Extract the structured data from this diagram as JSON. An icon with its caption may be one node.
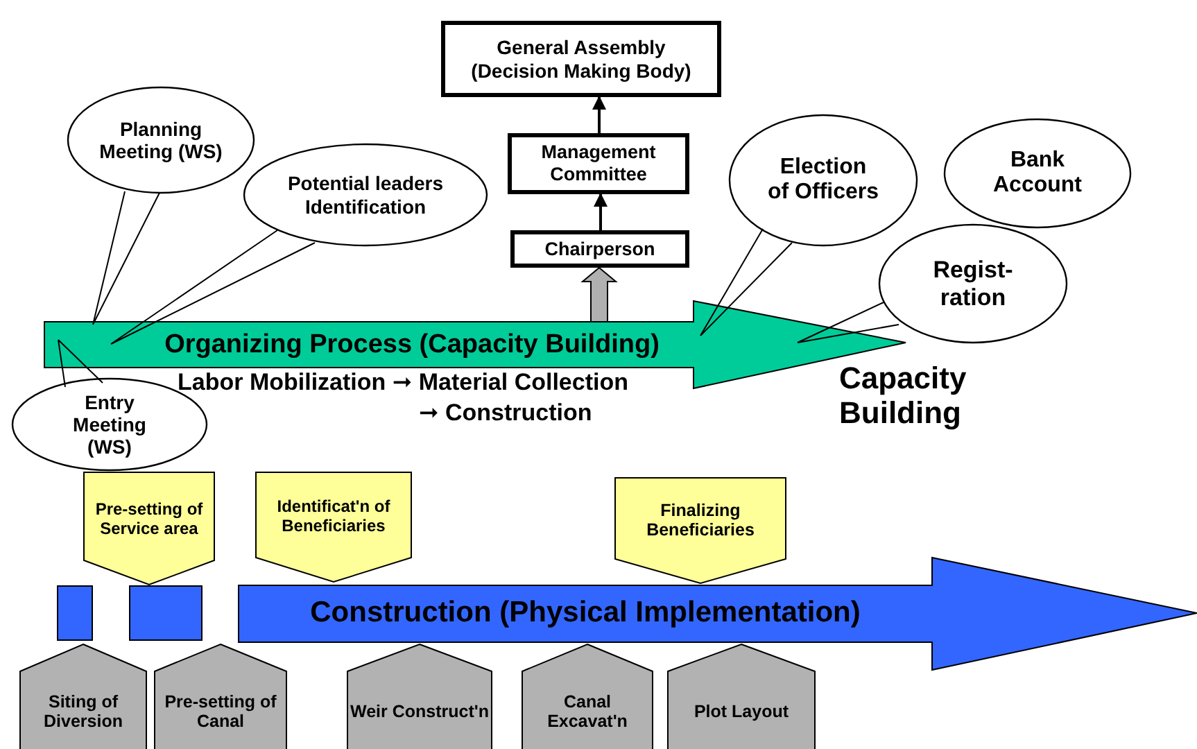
{
  "diagram": {
    "nodes": [
      {
        "text": [
          "General Assembly (Decision Making Body)"
        ]
      },
      {
        "text": [
          "Management Committee"
        ]
      },
      {
        "text": [
          "Chairperson"
        ]
      },
      {
        "text": [
          "Organizing Process (Capacity Building)"
        ]
      },
      {
        "text": [
          "Planning Meeting (WS)"
        ]
      },
      {
        "text": [
          "Potential leaders Identification"
        ]
      },
      {
        "text": [
          "Election of Officers"
        ]
      },
      {
        "text": [
          "Bank Account"
        ]
      },
      {
        "text": [
          "Regist- ration"
        ]
      },
      {
        "text": [
          "Entry Meeting (WS)"
        ]
      },
      {
        "text": [
          "Construction (Physical Implementation)"
        ]
      },
      {
        "text": [],
        "shape": "bar"
      },
      {
        "text": [],
        "shape": "bar"
      },
      {
        "text": [
          "Pre-setting of Service area"
        ]
      },
      {
        "text": [
          "Identificat'n of Beneficiaries"
        ]
      },
      {
        "text": [
          "Finalizing Beneficiaries"
        ]
      },
      {
        "text": [
          "Siting of Diversion"
        ]
      },
      {
        "text": [
          "Pre-setting of Canal"
        ]
      },
      {
        "text": [
          "Weir Construct'n"
        ]
      },
      {
        "text": [
          "Canal Excavat'n"
        ]
      },
      {
        "text": [
          "Plot Layout"
        ]
      }
    ],
    "edges": [
      {
        "from": 2,
        "to": 1,
        "arrow": "to"
      },
      {
        "from": 1,
        "to": 0,
        "arrow": "to"
      },
      {
        "from": 3,
        "to": 2,
        "arrow": "to",
        "style": "thick",
        "color": "#b0b0b0"
      },
      {
        "from": 4,
        "to": 3,
        "arrow": "none"
      },
      {
        "from": 5,
        "to": 3,
        "arrow": "none"
      },
      {
        "from": 6,
        "to": 3,
        "arrow": "none"
      },
      {
        "from": 8,
        "to": 3,
        "arrow": "none"
      },
      {
        "from": 9,
        "to": 3,
        "arrow": "none"
      }
    ],
    "labels": [
      "Labor Mobilization ➞ Material Collection",
      "➞ Construction",
      "Capacity Building"
    ]
  }
}
